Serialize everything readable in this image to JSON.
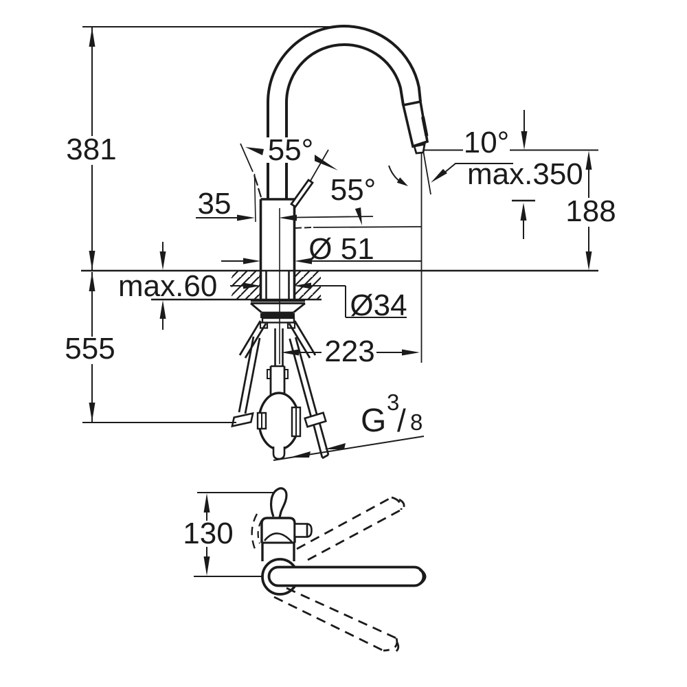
{
  "drawing": {
    "type": "faucet-installation-dimension-drawing",
    "colors": {
      "ink": "#1b1b1b",
      "background": "#ffffff"
    },
    "side_view": {
      "height_above_counter": "381",
      "height_below_counter": "555",
      "counter_thickness_max": "max.60",
      "handle_offset": "35",
      "swivel_angle_left": "55°",
      "swivel_angle_right": "55°",
      "body_diameter": "Ø 51",
      "mounting_hole_diameter": "Ø34",
      "spout_tip_angle": "10°",
      "hose_pullout_max": "max.350",
      "outlet_height": "188",
      "spout_reach": "223",
      "thread_letter": "G",
      "thread_numerator": "3",
      "thread_slash": "/",
      "thread_denominator": "8"
    },
    "top_view": {
      "lever_depth": "130"
    }
  }
}
